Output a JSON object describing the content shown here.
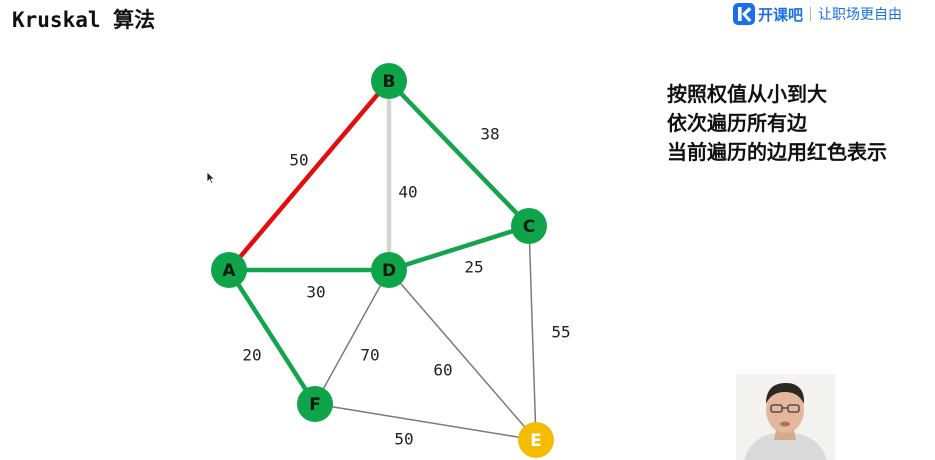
{
  "header": {
    "title": "Kruskal 算法"
  },
  "logo": {
    "brand": "开课吧",
    "slogan": "让职场更自由",
    "accent": "#1a6fe8"
  },
  "notes": [
    "按照权值从小到大",
    "依次遍历所有边",
    "当前遍历的边用红色表示"
  ],
  "colors": {
    "node_default": "#10a44a",
    "node_highlight": "#f5bd02",
    "edge_selected": "#14a54c",
    "edge_current": "#e30d0d",
    "edge_rejected": "#d4d4d4",
    "edge_unvisited": "#7a7a7a"
  },
  "graph": {
    "nodes": [
      {
        "id": "A",
        "state": "default"
      },
      {
        "id": "B",
        "state": "default"
      },
      {
        "id": "C",
        "state": "default"
      },
      {
        "id": "D",
        "state": "default"
      },
      {
        "id": "E",
        "state": "highlight"
      },
      {
        "id": "F",
        "state": "default"
      }
    ],
    "edges": [
      {
        "from": "A",
        "to": "B",
        "weight": "50",
        "state": "current"
      },
      {
        "from": "B",
        "to": "D",
        "weight": "40",
        "state": "rejected"
      },
      {
        "from": "B",
        "to": "C",
        "weight": "38",
        "state": "selected"
      },
      {
        "from": "A",
        "to": "D",
        "weight": "30",
        "state": "selected"
      },
      {
        "from": "D",
        "to": "C",
        "weight": "25",
        "state": "selected"
      },
      {
        "from": "A",
        "to": "F",
        "weight": "20",
        "state": "selected"
      },
      {
        "from": "C",
        "to": "E",
        "weight": "55",
        "state": "unvisited"
      },
      {
        "from": "D",
        "to": "F",
        "weight": "70",
        "state": "unvisited"
      },
      {
        "from": "D",
        "to": "E",
        "weight": "60",
        "state": "unvisited"
      },
      {
        "from": "F",
        "to": "E",
        "weight": "50",
        "state": "unvisited"
      }
    ]
  }
}
